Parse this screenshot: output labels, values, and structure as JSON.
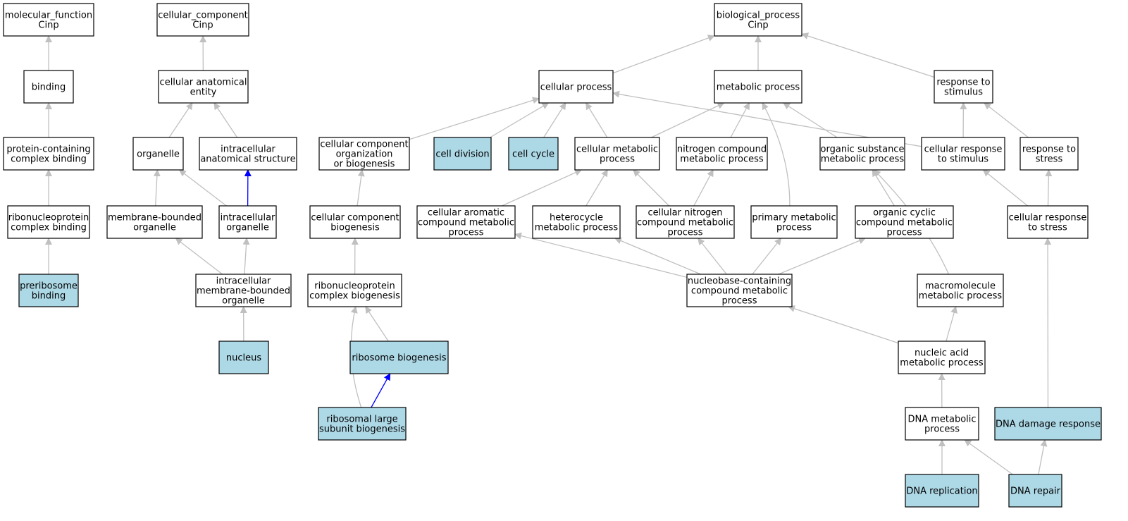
{
  "colors": {
    "background": "#ffffff",
    "node_fill": "#ffffff",
    "highlight_fill": "#add8e6",
    "node_border": "#000000",
    "edge_gray": "#c0c0c0",
    "edge_blue": "#0000ff"
  },
  "nodes": [
    {
      "id": "mf",
      "lines": [
        "molecular_function",
        "Cinp"
      ],
      "highlight": false
    },
    {
      "id": "binding",
      "lines": [
        "binding"
      ],
      "highlight": false
    },
    {
      "id": "pcb",
      "lines": [
        "protein-containing",
        "complex binding"
      ],
      "highlight": false
    },
    {
      "id": "rnpcb",
      "lines": [
        "ribonucleoprotein",
        "complex binding"
      ],
      "highlight": false
    },
    {
      "id": "prerib",
      "lines": [
        "preribosome",
        "binding"
      ],
      "highlight": true
    },
    {
      "id": "cc",
      "lines": [
        "cellular_component",
        "Cinp"
      ],
      "highlight": false
    },
    {
      "id": "cae",
      "lines": [
        "cellular anatomical",
        "entity"
      ],
      "highlight": false
    },
    {
      "id": "organelle",
      "lines": [
        "organelle"
      ],
      "highlight": false
    },
    {
      "id": "ias",
      "lines": [
        "intracellular",
        "anatomical structure"
      ],
      "highlight": false
    },
    {
      "id": "mbo",
      "lines": [
        "membrane-bounded",
        "organelle"
      ],
      "highlight": false
    },
    {
      "id": "io",
      "lines": [
        "intracellular",
        "organelle"
      ],
      "highlight": false
    },
    {
      "id": "imbo",
      "lines": [
        "intracellular",
        "membrane-bounded",
        "organelle"
      ],
      "highlight": false
    },
    {
      "id": "nucleus",
      "lines": [
        "nucleus"
      ],
      "highlight": true
    },
    {
      "id": "ccob",
      "lines": [
        "cellular component",
        "organization",
        "or biogenesis"
      ],
      "highlight": false
    },
    {
      "id": "ccb",
      "lines": [
        "cellular component",
        "biogenesis"
      ],
      "highlight": false
    },
    {
      "id": "rnpcbio",
      "lines": [
        "ribonucleoprotein",
        "complex biogenesis"
      ],
      "highlight": false
    },
    {
      "id": "ribbio",
      "lines": [
        "ribosome biogenesis"
      ],
      "highlight": true
    },
    {
      "id": "rlsb",
      "lines": [
        "ribosomal large",
        "subunit biogenesis"
      ],
      "highlight": true
    },
    {
      "id": "bp",
      "lines": [
        "biological_process",
        "Cinp"
      ],
      "highlight": false
    },
    {
      "id": "cp",
      "lines": [
        "cellular process"
      ],
      "highlight": false
    },
    {
      "id": "mp",
      "lines": [
        "metabolic process"
      ],
      "highlight": false
    },
    {
      "id": "rts",
      "lines": [
        "response to",
        "stimulus"
      ],
      "highlight": false
    },
    {
      "id": "celldiv",
      "lines": [
        "cell division"
      ],
      "highlight": true
    },
    {
      "id": "cellcycle",
      "lines": [
        "cell cycle"
      ],
      "highlight": true
    },
    {
      "id": "cmp",
      "lines": [
        "cellular metabolic",
        "process"
      ],
      "highlight": false
    },
    {
      "id": "ncmp",
      "lines": [
        "nitrogen compound",
        "metabolic process"
      ],
      "highlight": false
    },
    {
      "id": "osmp",
      "lines": [
        "organic substance",
        "metabolic process"
      ],
      "highlight": false
    },
    {
      "id": "crts",
      "lines": [
        "cellular response",
        "to stimulus"
      ],
      "highlight": false
    },
    {
      "id": "rtstress",
      "lines": [
        "response to",
        "stress"
      ],
      "highlight": false
    },
    {
      "id": "cacmp",
      "lines": [
        "cellular aromatic",
        "compound metabolic",
        "process"
      ],
      "highlight": false
    },
    {
      "id": "hmp",
      "lines": [
        "heterocycle",
        "metabolic process"
      ],
      "highlight": false
    },
    {
      "id": "cncmp",
      "lines": [
        "cellular nitrogen",
        "compound metabolic",
        "process"
      ],
      "highlight": false
    },
    {
      "id": "pmp",
      "lines": [
        "primary metabolic",
        "process"
      ],
      "highlight": false
    },
    {
      "id": "occmp",
      "lines": [
        "organic cyclic",
        "compound metabolic",
        "process"
      ],
      "highlight": false
    },
    {
      "id": "crtstress",
      "lines": [
        "cellular response",
        "to stress"
      ],
      "highlight": false
    },
    {
      "id": "nbccmp",
      "lines": [
        "nucleobase-containing",
        "compound metabolic",
        "process"
      ],
      "highlight": false
    },
    {
      "id": "mmp",
      "lines": [
        "macromolecule",
        "metabolic process"
      ],
      "highlight": false
    },
    {
      "id": "namp",
      "lines": [
        "nucleic acid",
        "metabolic process"
      ],
      "highlight": false
    },
    {
      "id": "dnamp",
      "lines": [
        "DNA metabolic",
        "process"
      ],
      "highlight": false
    },
    {
      "id": "dnadr",
      "lines": [
        "DNA damage response"
      ],
      "highlight": true
    },
    {
      "id": "dnarepl",
      "lines": [
        "DNA replication"
      ],
      "highlight": true
    },
    {
      "id": "dnarep",
      "lines": [
        "DNA repair"
      ],
      "highlight": true
    }
  ],
  "edges": [
    {
      "from": "binding",
      "to": "mf",
      "color": "gray"
    },
    {
      "from": "pcb",
      "to": "binding",
      "color": "gray"
    },
    {
      "from": "rnpcb",
      "to": "pcb",
      "color": "gray"
    },
    {
      "from": "prerib",
      "to": "rnpcb",
      "color": "gray"
    },
    {
      "from": "cae",
      "to": "cc",
      "color": "gray"
    },
    {
      "from": "organelle",
      "to": "cae",
      "color": "gray"
    },
    {
      "from": "ias",
      "to": "cae",
      "color": "gray"
    },
    {
      "from": "mbo",
      "to": "organelle",
      "color": "gray"
    },
    {
      "from": "io",
      "to": "organelle",
      "color": "gray"
    },
    {
      "from": "io",
      "to": "ias",
      "color": "blue"
    },
    {
      "from": "imbo",
      "to": "mbo",
      "color": "gray"
    },
    {
      "from": "imbo",
      "to": "io",
      "color": "gray"
    },
    {
      "from": "nucleus",
      "to": "imbo",
      "color": "gray"
    },
    {
      "from": "ccb",
      "to": "ccob",
      "color": "gray"
    },
    {
      "from": "rnpcbio",
      "to": "ccb",
      "color": "gray"
    },
    {
      "from": "ribbio",
      "to": "rnpcbio",
      "color": "gray"
    },
    {
      "from": "rlsb",
      "to": "rnpcbio",
      "color": "gray"
    },
    {
      "from": "rlsb",
      "to": "ribbio",
      "color": "blue"
    },
    {
      "from": "cp",
      "to": "bp",
      "color": "gray"
    },
    {
      "from": "mp",
      "to": "bp",
      "color": "gray"
    },
    {
      "from": "rts",
      "to": "bp",
      "color": "gray"
    },
    {
      "from": "ccob",
      "to": "cp",
      "color": "gray"
    },
    {
      "from": "celldiv",
      "to": "cp",
      "color": "gray"
    },
    {
      "from": "cellcycle",
      "to": "cp",
      "color": "gray"
    },
    {
      "from": "cmp",
      "to": "cp",
      "color": "gray"
    },
    {
      "from": "crts",
      "to": "cp",
      "color": "gray"
    },
    {
      "from": "cmp",
      "to": "mp",
      "color": "gray"
    },
    {
      "from": "ncmp",
      "to": "mp",
      "color": "gray"
    },
    {
      "from": "pmp",
      "to": "mp",
      "color": "gray"
    },
    {
      "from": "osmp",
      "to": "mp",
      "color": "gray"
    },
    {
      "from": "crts",
      "to": "rts",
      "color": "gray"
    },
    {
      "from": "rtstress",
      "to": "rts",
      "color": "gray"
    },
    {
      "from": "cacmp",
      "to": "cmp",
      "color": "gray"
    },
    {
      "from": "hmp",
      "to": "cmp",
      "color": "gray"
    },
    {
      "from": "cncmp",
      "to": "cmp",
      "color": "gray"
    },
    {
      "from": "cncmp",
      "to": "ncmp",
      "color": "gray"
    },
    {
      "from": "occmp",
      "to": "osmp",
      "color": "gray"
    },
    {
      "from": "mmp",
      "to": "osmp",
      "color": "gray"
    },
    {
      "from": "crtstress",
      "to": "crts",
      "color": "gray"
    },
    {
      "from": "crtstress",
      "to": "rtstress",
      "color": "gray"
    },
    {
      "from": "nbccmp",
      "to": "cacmp",
      "color": "gray"
    },
    {
      "from": "nbccmp",
      "to": "hmp",
      "color": "gray"
    },
    {
      "from": "nbccmp",
      "to": "cncmp",
      "color": "gray"
    },
    {
      "from": "nbccmp",
      "to": "pmp",
      "color": "gray"
    },
    {
      "from": "nbccmp",
      "to": "occmp",
      "color": "gray"
    },
    {
      "from": "namp",
      "to": "nbccmp",
      "color": "gray"
    },
    {
      "from": "namp",
      "to": "mmp",
      "color": "gray"
    },
    {
      "from": "dnamp",
      "to": "namp",
      "color": "gray"
    },
    {
      "from": "dnarepl",
      "to": "dnamp",
      "color": "gray"
    },
    {
      "from": "dnarep",
      "to": "dnamp",
      "color": "gray"
    },
    {
      "from": "dnarep",
      "to": "dnadr",
      "color": "gray"
    },
    {
      "from": "dnadr",
      "to": "crtstress",
      "color": "gray"
    }
  ]
}
